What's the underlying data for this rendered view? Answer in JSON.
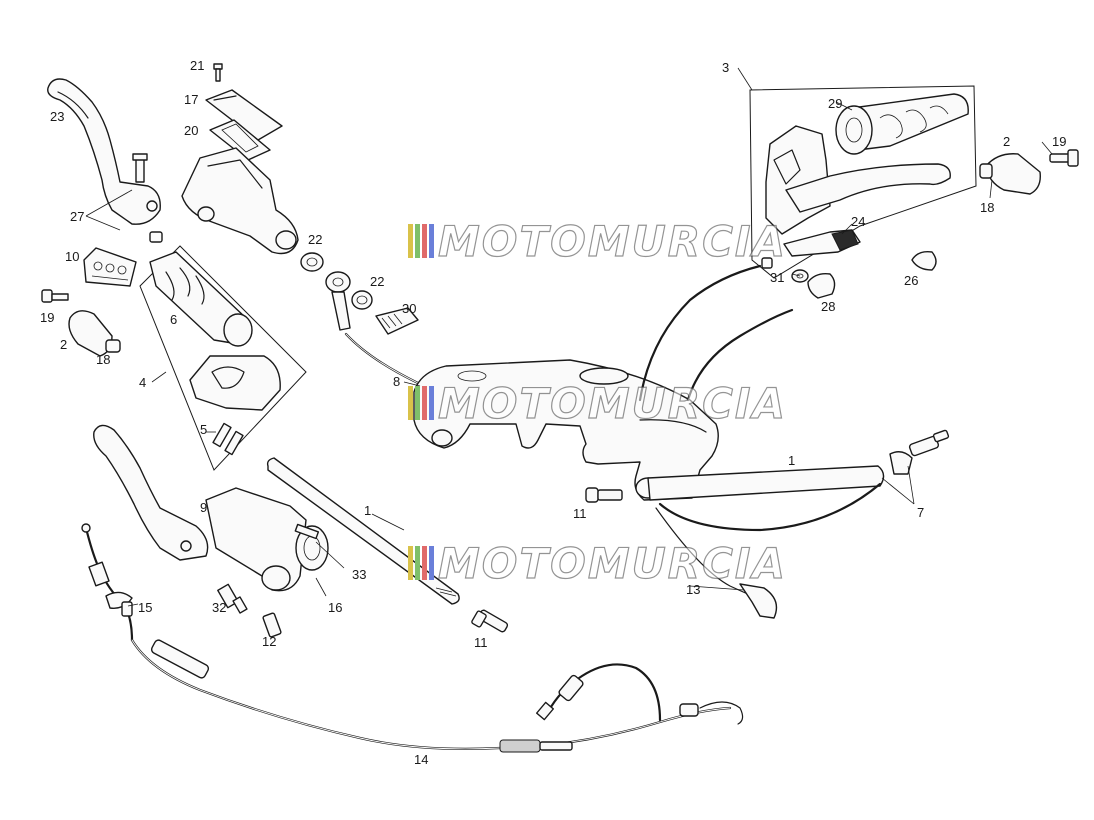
{
  "watermark": {
    "text": "MOTOMURCIA",
    "stripe_colors": [
      "#d9c24a",
      "#7fbf6a",
      "#e06a6a",
      "#6a7fd9"
    ]
  },
  "callouts": [
    "1",
    "1",
    "2",
    "2",
    "3",
    "4",
    "5",
    "6",
    "7",
    "8",
    "9",
    "10",
    "11",
    "11",
    "12",
    "13",
    "14",
    "15",
    "16",
    "17",
    "18",
    "18",
    "19",
    "19",
    "20",
    "21",
    "22",
    "22",
    "23",
    "24",
    "26",
    "27",
    "28",
    "29",
    "30",
    "31",
    "32",
    "33"
  ]
}
